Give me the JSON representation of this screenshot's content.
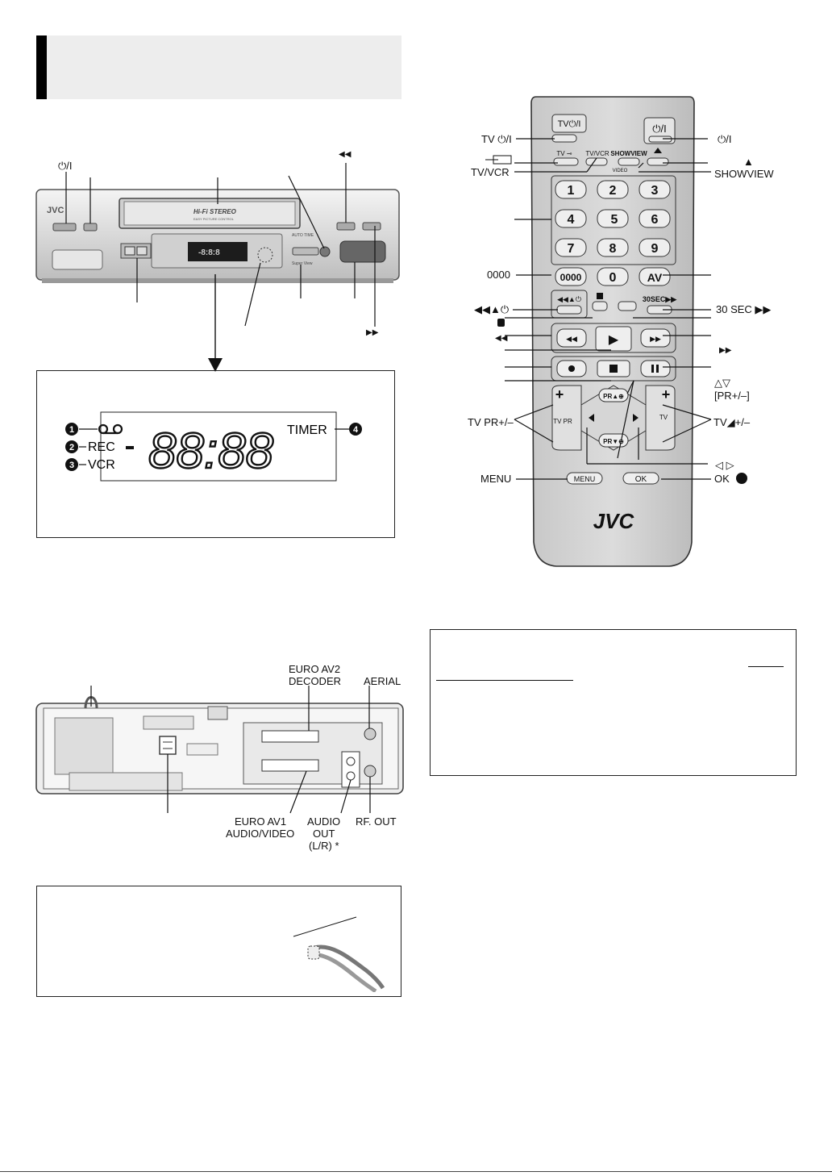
{
  "front_panel": {
    "labels": {
      "power": "⏻/I",
      "rewind": "◀◀",
      "ffwd": "▶▶"
    },
    "device_text": {
      "brand": "JVC",
      "hifi": "Hi-Fi STEREO",
      "easy": "EASY PICTURE CONTROL",
      "auto_time": "AUTO TIME",
      "super_view": "Super View",
      "display": "-8:8:8"
    }
  },
  "display_panel": {
    "callouts": [
      "1",
      "2",
      "3",
      "4"
    ],
    "rec": "REC",
    "vcr": "VCR",
    "timer": "TIMER",
    "digits": "88:88"
  },
  "rear_panel": {
    "euro_av2": "EURO AV2",
    "decoder": "DECODER",
    "aerial": "AERIAL",
    "euro_av1": "EURO AV1",
    "audio_video": "AUDIO/VIDEO",
    "audio": "AUDIO",
    "out": "OUT",
    "lr": "(L/R) *",
    "rf_out": "RF. OUT"
  },
  "remote": {
    "left_labels": {
      "tv_power": "TV ⏻/I",
      "tv_vcr": "TV/VCR",
      "zero": "0000",
      "rew_eject": "◀◀▲⏻",
      "tv_pr": "TV PR+/–",
      "menu": "MENU"
    },
    "right_labels": {
      "power": "⏻/I",
      "eject": "▲",
      "showview": "SHOWVIEW",
      "sec30": "30 SEC ▶▶",
      "ffwd": "▶▶",
      "tri": "△▽",
      "pr_pm": "[PR+/–]",
      "tv_vol": "TV◢+/–",
      "lr": "◁ ▷",
      "ok": "OK"
    },
    "buttons": {
      "tv_power": "TV⏻/I",
      "tv_input": "TV ⊸",
      "tv_vcr": "TV/VCR",
      "showview": "SHOWVIEW",
      "video": "VIDEO",
      "power": "⏻/I",
      "digits": [
        "1",
        "2",
        "3",
        "4",
        "5",
        "6",
        "7",
        "8",
        "9"
      ],
      "zero": "0",
      "zero4": "0000",
      "av": "AV",
      "rew_eject": "◀◀▲⏻",
      "sec30": "30SEC▶▶",
      "play": "▶",
      "pr_up": "PR▲⊕",
      "pr_down": "PR▼⊖",
      "tv_pr": "TV PR",
      "tv": "TV",
      "menu": "MENU",
      "ok": "OK",
      "brand": "JVC"
    }
  }
}
